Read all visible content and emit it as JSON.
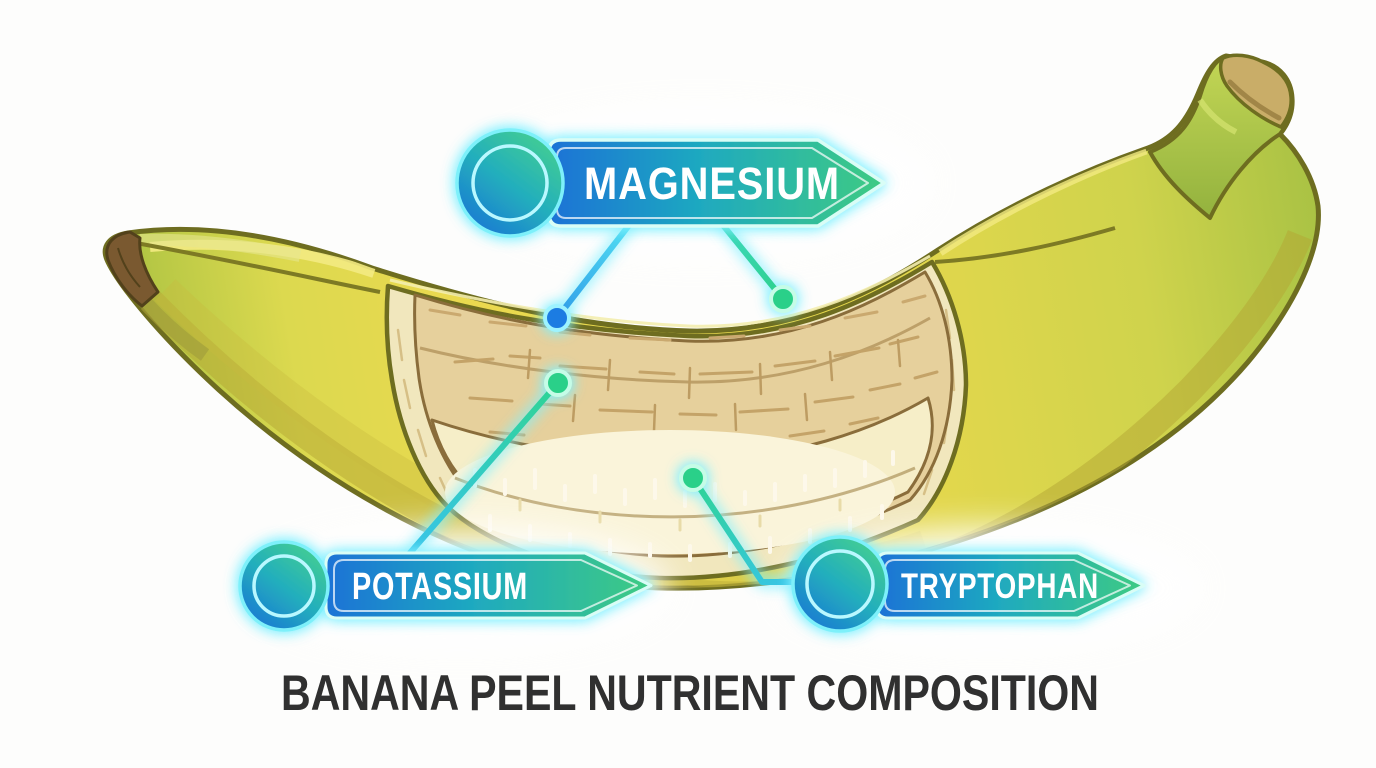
{
  "diagram": {
    "title": "BANANA PEEL NUTRIENT COMPOSITION",
    "subject": "banana-cross-section-infographic",
    "callouts": [
      {
        "id": "magnesium",
        "label": "MAGNESIUM",
        "leader_lines": 2
      },
      {
        "id": "potassium",
        "label": "POTASSIUM",
        "leader_lines": 1
      },
      {
        "id": "tryptophan",
        "label": "TRYPTOPHAN",
        "leader_lines": 1
      }
    ],
    "colors": {
      "banner_blue": "#1b72d6",
      "banner_teal": "#1fa9c0",
      "banner_green": "#3ecb82",
      "neon_glow": "#7ff0ff",
      "dot_blue": "#1d7ce2",
      "dot_green": "#2bd089",
      "peel_yellow": "#e8da4e",
      "peel_green": "#9abc41",
      "peel_outline": "#6e6d20",
      "pith_tan": "#e6d09c",
      "flesh_cream": "#f6eec8",
      "title_color": "#303030",
      "background": "#fdfdfc"
    }
  }
}
